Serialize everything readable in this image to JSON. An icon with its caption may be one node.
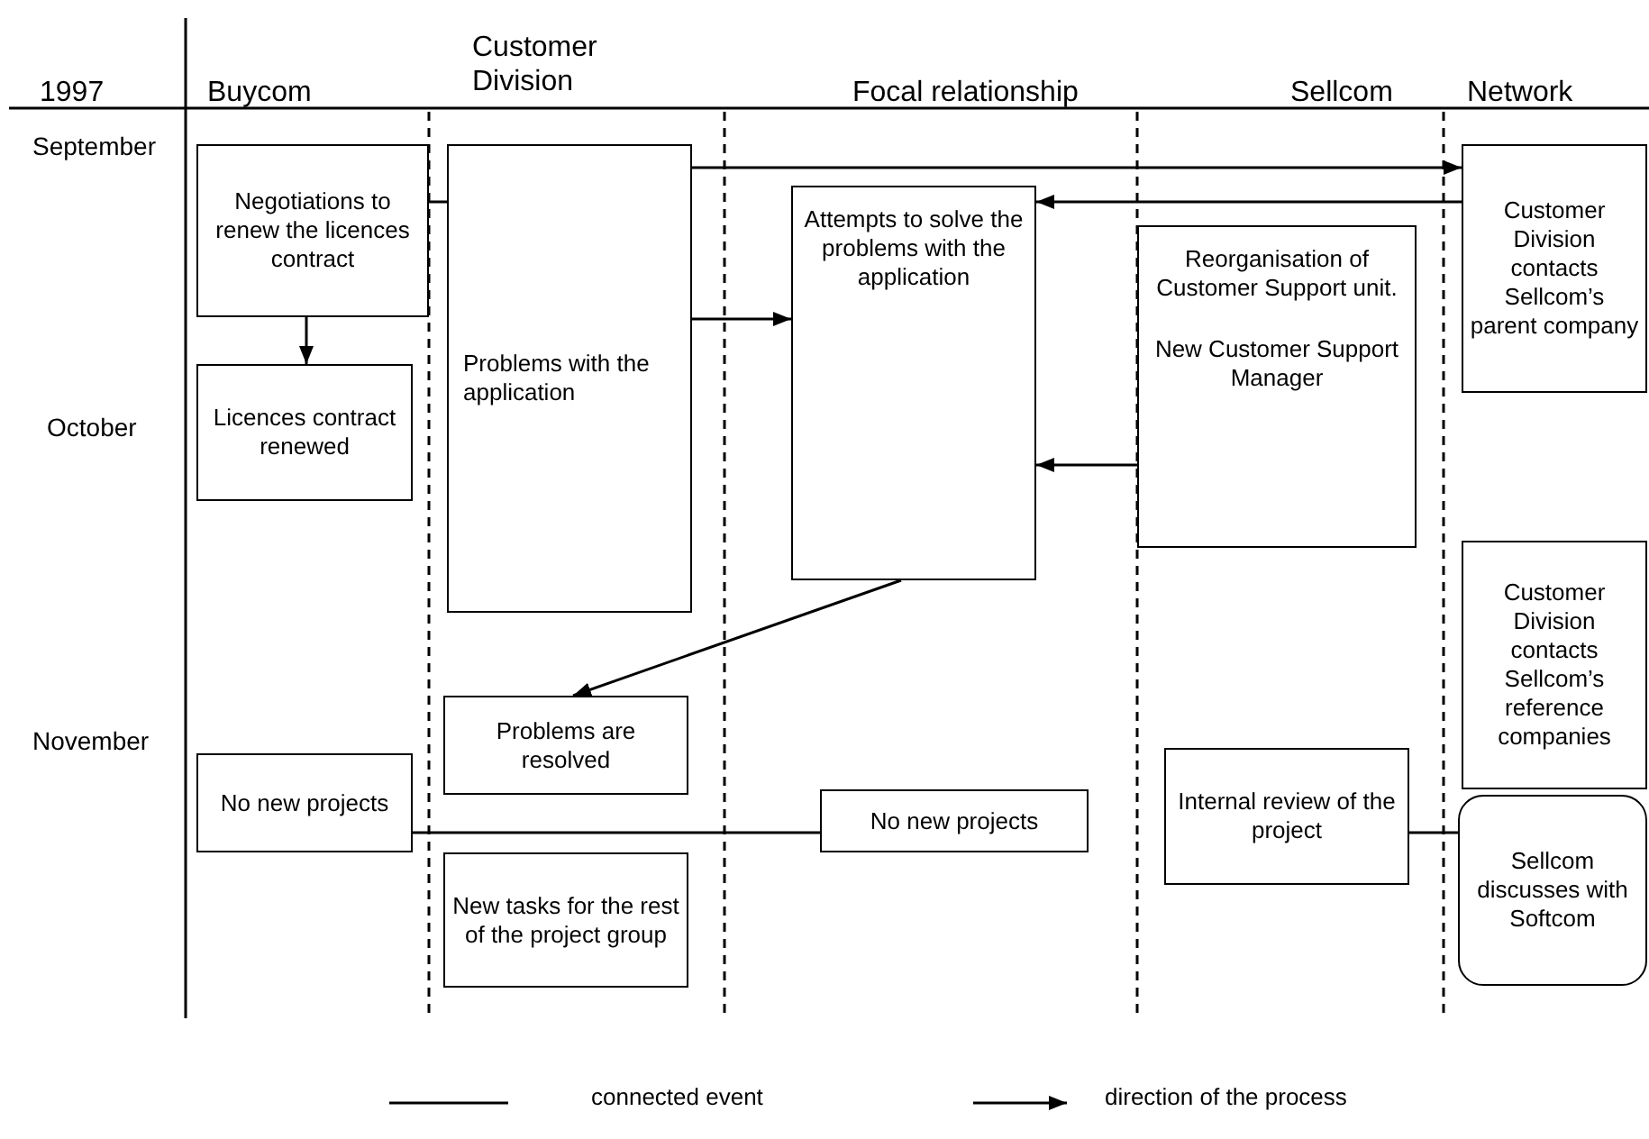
{
  "diagram": {
    "nodes": [
      {
        "text": [
          "Negotiations to renew the licences contract"
        ]
      },
      {
        "text": [
          "Licences contract renewed"
        ]
      },
      {
        "text": [
          "Problems with the application"
        ]
      },
      {
        "text": [
          "Attempts to solve the problems with the application"
        ]
      },
      {
        "text": [
          "Reorganisation of Customer Support unit.",
          "New Customer Support Manager"
        ]
      },
      {
        "text": [
          "Customer Division contacts Sellcom’s parent company"
        ]
      },
      {
        "text": [
          "Customer Division contacts Sellcom’s reference companies"
        ]
      },
      {
        "text": [
          "Problems are resolved"
        ]
      },
      {
        "text": [
          "No new projects"
        ]
      },
      {
        "text": [
          "New tasks for the rest of the project group"
        ]
      },
      {
        "text": [
          "No new projects"
        ]
      },
      {
        "text": [
          "Internal review of the project"
        ]
      },
      {
        "text": [
          "Sellcom discusses with Softcom"
        ]
      }
    ],
    "edges": [
      {
        "from": 0,
        "to": 1,
        "arrow": "to"
      },
      {
        "from": 0,
        "to": 2,
        "arrow": "none"
      },
      {
        "from": 2,
        "to": 5,
        "arrow": "to"
      },
      {
        "from": 5,
        "to": 3,
        "arrow": "to"
      },
      {
        "from": 2,
        "to": 3,
        "arrow": "to"
      },
      {
        "from": 4,
        "to": 3,
        "arrow": "to"
      },
      {
        "from": 3,
        "to": 7,
        "arrow": "to"
      },
      {
        "from": 8,
        "to": 10,
        "arrow": "none"
      },
      {
        "from": 11,
        "to": 12,
        "arrow": "none"
      }
    ],
    "labels": [
      "1997",
      "Buycom",
      "Customer Division",
      "Focal relationship",
      "Sellcom",
      "Network",
      "September",
      "October",
      "November"
    ],
    "legend": [
      {
        "text": "connected event"
      },
      {
        "text": "direction of the process"
      }
    ]
  }
}
